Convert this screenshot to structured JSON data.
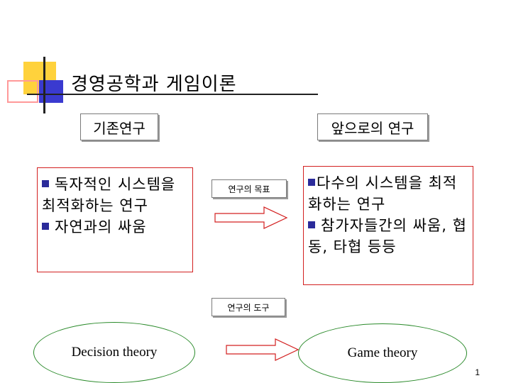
{
  "slide": {
    "title": "경영공학과 게임이론",
    "page_number": "1"
  },
  "headers": {
    "left": "기존연구",
    "right": "앞으로의 연구"
  },
  "left_panel": {
    "bullets": [
      "독자적인 시스템을 최적화하는 연구",
      "자연과의 싸움"
    ]
  },
  "right_panel": {
    "bullets": [
      "다수의 시스템을 최적화하는 연구",
      "참가자들간의 싸움, 협동, 타협 등등"
    ]
  },
  "middle": {
    "goal_label": "연구의 목표",
    "tool_label": "연구의 도구"
  },
  "ellipses": {
    "left": "Decision theory",
    "right": "Game theory"
  },
  "colors": {
    "ornament_yellow": "#ffd23c",
    "ornament_blue": "#3a3ad0",
    "ornament_red": "#ff9999",
    "panel_border": "#d32020",
    "ellipse_border": "#2a8a2a",
    "bullet": "#2b2b9a"
  }
}
